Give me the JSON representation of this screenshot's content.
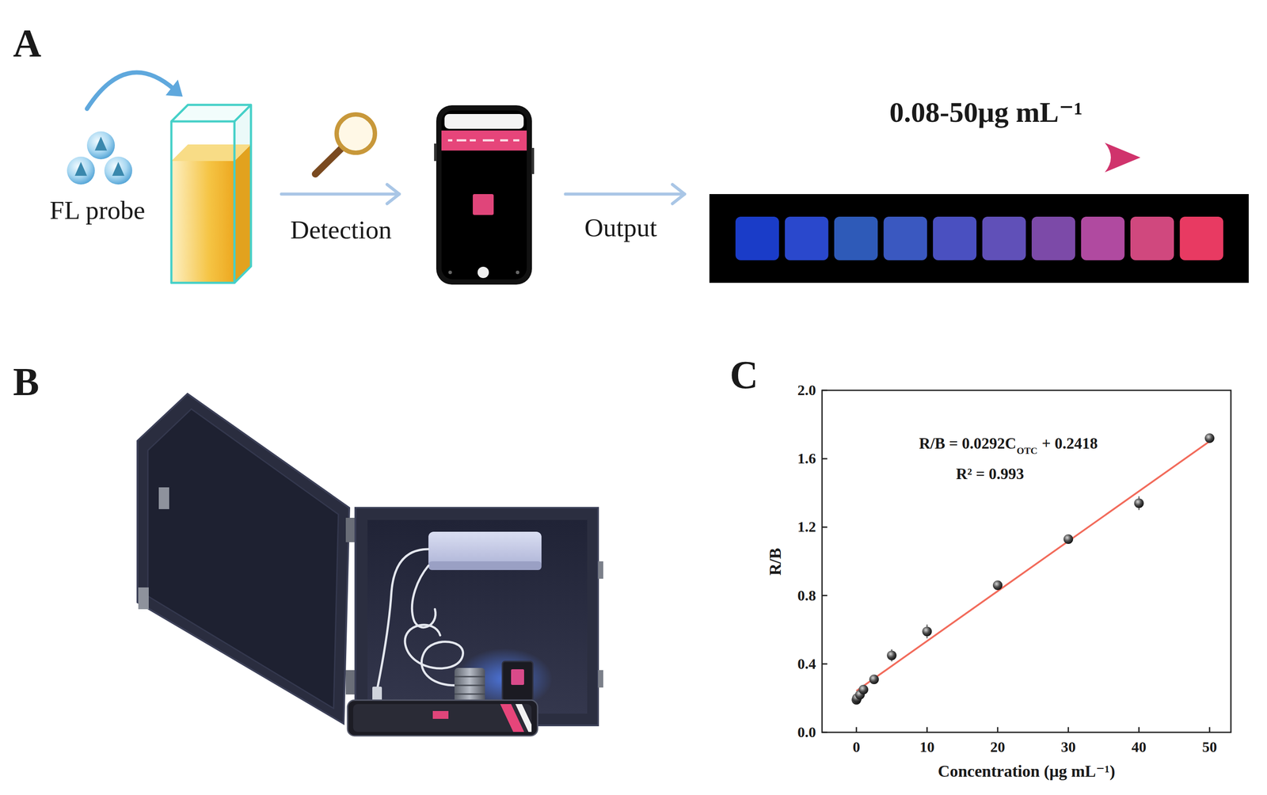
{
  "diagram": {
    "labels": [
      "A",
      "FL probe",
      "Detection",
      "Output",
      "0.08-50μg mL⁻¹",
      "B",
      "C",
      "R/B = 0.0292C",
      "OTC",
      "+ 0.2418",
      "R² = 0.993",
      "R/B",
      "Concentration (μg mL⁻¹)",
      "0.0",
      "0.4",
      "0.8",
      "1.2",
      "1.6",
      "2.0",
      "0",
      "10",
      "20",
      "30",
      "40",
      "50"
    ]
  }
}
